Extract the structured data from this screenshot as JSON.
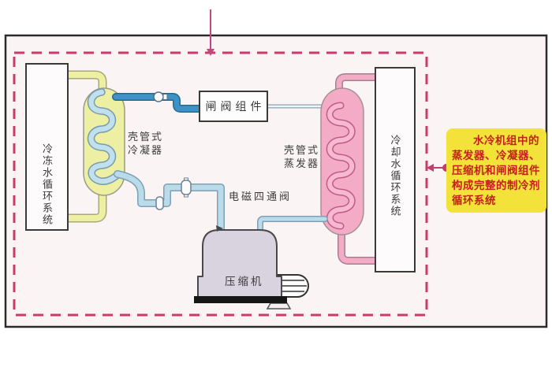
{
  "labels": {
    "chilled_water": "冷冻水循环系统",
    "condenser_line1": "壳管式",
    "condenser_line2": "冷凝器",
    "gate_valve": "闸阀组件",
    "four_way_valve": "电磁四通阀",
    "evaporator_line1": "壳管式",
    "evaporator_line2": "蒸发器",
    "cooling_water": "冷却水循环系统",
    "compressor": "压缩机",
    "annotation": "水冷机组中的蒸发器、冷凝器、压缩机和闸阀组件构成完整的制冷剂循环系统"
  },
  "colors": {
    "boundary_dash": "#c93b6d",
    "panel_bg": "#faf4f4",
    "condenser_fill": "#edefa3",
    "condenser_coil": "#c0e0ee",
    "evaporator_fill": "#f3abc6",
    "evaporator_coil_stroke": "#c05c88",
    "pipe_dark_blue": "#3e92c5",
    "pipe_light_blue": "#badbe9",
    "compressor_fill": "#d9d2df",
    "annotation_bg": "#f2e23a",
    "annotation_text": "#c5201c"
  }
}
